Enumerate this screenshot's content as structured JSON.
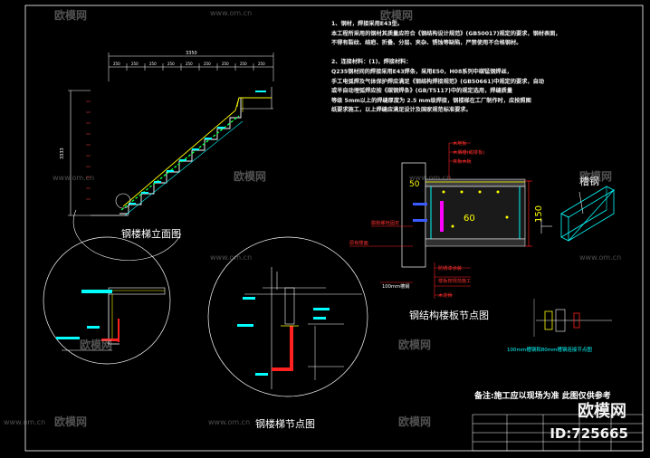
{
  "drawing": {
    "elevation_title": "钢楼梯立面图",
    "stair_node_title": "钢楼梯节点图",
    "floor_node_title": "钢结构楼板节点图",
    "channel_label": "槽钢",
    "channel_caption": "100mm槽钢和80mm槽钢连接节点图",
    "total_width_dim": "3350",
    "height_dim": "3333",
    "thickness_dim": "150",
    "closeup_a_dim": "50",
    "closeup_b_dim": "60",
    "remark": "备注:施工应以现场为准 此图仅供参考",
    "callouts_floor": [
      "木地板",
      "木搁栅(或楼板)",
      "夹板木板",
      "膨胀螺栓固定",
      "原有楼面",
      "100mm槽钢",
      "防锈漆涂装",
      "楼板按规范施工",
      "木龙骨"
    ],
    "callout_100": "100mm槽钢"
  },
  "notes": [
    "1、钢材，焊接采用E43型。",
    "本工程所采用的钢材其质量应符合《钢结构设计规范》(GB50017)规定的要求，钢材表面，",
    "不得有裂纹、结疤、折叠、分层、夹杂、锈蚀等缺陷，严禁使用不合格钢材。",
    "",
    "2、连接材料：(1)，焊接材料：",
    "Q235钢材间的焊接采用E43焊条，采用E50，H08系列中碳锰钢焊丝，",
    "手工电弧焊及气体保护焊应满足《钢结构焊接规范》(GB50661)中规定的要求，自动",
    "或半自动埋弧焊应按《碳钢焊条》(GB/T5117)中的规定选用，焊缝质量",
    "等级   5mm以上的焊缝厚度为   2.5 mm级焊接，钢楼梯在工厂制作时，应按照图",
    "纸要求施工，以上焊缝应满足设计及国家规范标准要求。"
  ],
  "watermark": {
    "brand": "欧模网",
    "url": "www.om.cn",
    "image_id": "ID:725665"
  },
  "colors": {
    "background": "#000000",
    "line_white": "#ffffff",
    "line_cyan": "#00ffff",
    "line_yellow": "#ffff00",
    "line_red": "#ff2020",
    "line_magenta": "#ff00ff",
    "line_blue": "#3a5bff",
    "line_green": "#00ff40"
  }
}
